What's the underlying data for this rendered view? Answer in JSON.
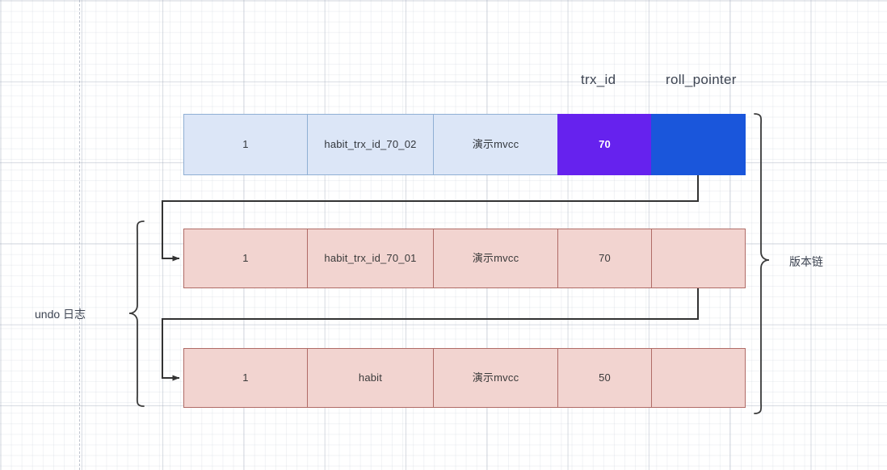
{
  "diagram": {
    "title_labels": {
      "trx_id": "trx_id",
      "roll_pointer": "roll_pointer"
    },
    "side_labels": {
      "undo_log": "undo 日志",
      "version_chain": "版本链"
    },
    "colors": {
      "current_row_fill": "#dce6f7",
      "current_row_border": "#8fafd4",
      "trx_id_fill": "#6622ee",
      "roll_pointer_fill": "#1a56db",
      "undo_row_fill": "#f2d4d0",
      "undo_row_border": "#b06b66",
      "arrow_stroke": "#333333",
      "brace_stroke": "#3a3a3a",
      "grid_line": "#aab4c3"
    },
    "rows": [
      {
        "kind": "current-record",
        "cells": [
          {
            "name": "id",
            "value": "1"
          },
          {
            "name": "name",
            "value": "habit_trx_id_70_02"
          },
          {
            "name": "note",
            "value": "演示mvcc"
          },
          {
            "name": "trx_id",
            "value": "70"
          },
          {
            "name": "roll_pointer",
            "value": ""
          }
        ]
      },
      {
        "kind": "undo-log",
        "cells": [
          {
            "name": "id",
            "value": "1"
          },
          {
            "name": "name",
            "value": "habit_trx_id_70_01"
          },
          {
            "name": "note",
            "value": "演示mvcc"
          },
          {
            "name": "trx_id",
            "value": "70"
          },
          {
            "name": "roll_pointer",
            "value": ""
          }
        ]
      },
      {
        "kind": "undo-log",
        "cells": [
          {
            "name": "id",
            "value": "1"
          },
          {
            "name": "name",
            "value": "habit"
          },
          {
            "name": "note",
            "value": "演示mvcc"
          },
          {
            "name": "trx_id",
            "value": "50"
          },
          {
            "name": "roll_pointer",
            "value": ""
          }
        ]
      }
    ],
    "connectors": [
      {
        "name": "roll-pointer-arrow-row1-to-row2",
        "from": "current-record.roll_pointer",
        "to": "undo-row-1"
      },
      {
        "name": "roll-pointer-arrow-row2-to-row3",
        "from": "undo-row-1.roll_pointer",
        "to": "undo-row-2"
      }
    ]
  }
}
